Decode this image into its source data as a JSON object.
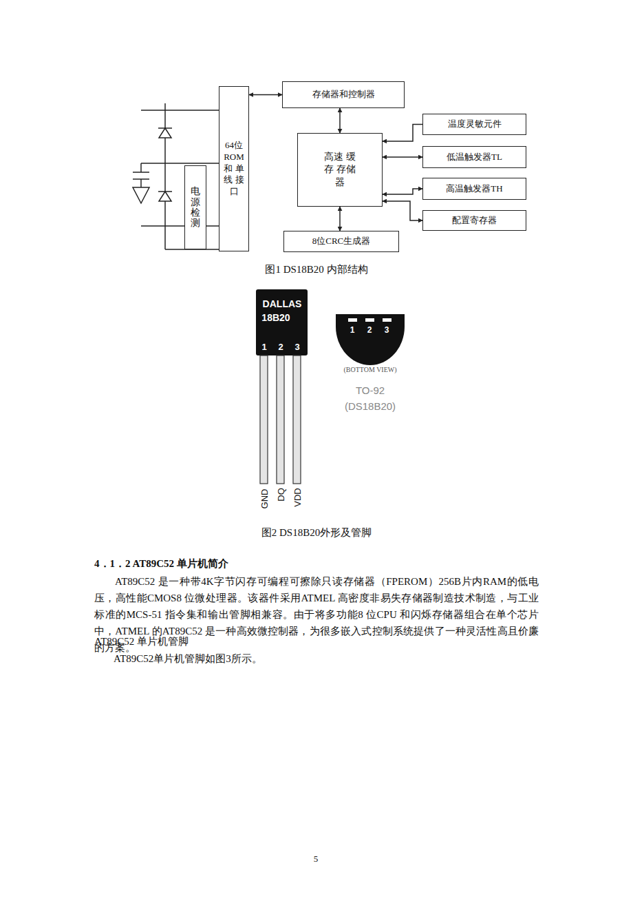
{
  "diagram": {
    "nodes": [
      {
        "text": [
          "64位 ROM 和 单线 接口"
        ]
      },
      {
        "text": [
          "存储器和控制器"
        ]
      },
      {
        "text": [
          "高速 缓存 存储器"
        ]
      },
      {
        "text": [
          "温度灵敏元件"
        ]
      },
      {
        "text": [
          "低温触发器TL"
        ]
      },
      {
        "text": [
          "高温触发器TH"
        ]
      },
      {
        "text": [
          "配置寄存器"
        ]
      },
      {
        "text": [
          "8位CRC生成器"
        ]
      },
      {
        "text": [
          "电源检测"
        ]
      }
    ],
    "edges": [
      {
        "from": 0,
        "to": 1,
        "arrow": "both"
      },
      {
        "from": 1,
        "to": 2,
        "arrow": "both"
      },
      {
        "from": 3,
        "to": 2,
        "arrow": "to"
      },
      {
        "from": 2,
        "to": 4,
        "arrow": "both"
      },
      {
        "from": 2,
        "to": 5,
        "arrow": "both"
      },
      {
        "from": 2,
        "to": 6,
        "arrow": "both"
      },
      {
        "from": 2,
        "to": 7,
        "arrow": "both"
      },
      {
        "from": 8,
        "to": 0,
        "arrow": "none"
      }
    ],
    "labels": [
      "图1 DS18B20 内部结构",
      "DALLAS",
      "18B20",
      "1",
      "2",
      "3",
      "GND",
      "DQ",
      "VDD",
      "1",
      "2",
      "3",
      "(BOTTOM VIEW)",
      "TO-92",
      "(DS18B20)",
      "图2 DS18B20外形及管脚",
      "4．1．2 AT89C52 单片机简介",
      "AT89C52 是一种带4K字节闪存可编程可擦除只读存储器（FPEROM）256B片内RAM的低电压，高性能CMOS8 位微处理器。该器件采用ATMEL 高密度非易失存储器制造技术制造，与工业标准的MCS-51 指令集和输出管脚相兼容。由于将多功能8 位CPU 和闪烁存储器组合在单个芯片中，ATMEL 的AT89C52 是一种高效微控制器，为很多嵌入式控制系统提供了一种灵活性高且价廉的方案。",
      "AT89C52 单片机管脚",
      "AT89C52单片机管脚如图3所示。",
      "5"
    ]
  }
}
